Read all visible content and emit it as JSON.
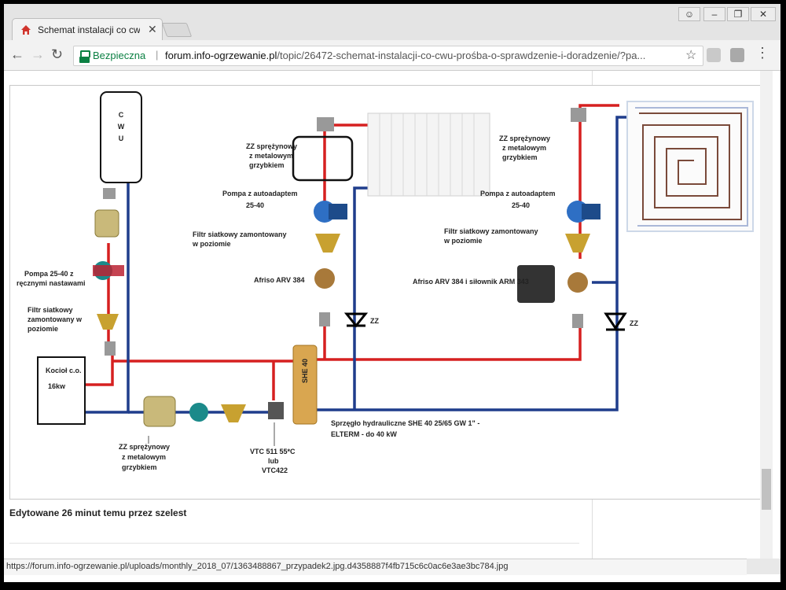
{
  "tab": {
    "title": "Schemat instalacji co cwu"
  },
  "address": {
    "secure_label": "Bezpieczna",
    "host": "forum.info-ogrzewanie.pl",
    "path": "/topic/26472-schemat-instalacji-co-cwu-prośba-o-sprawdzenie-i-doradzenie/?pa..."
  },
  "diagram": {
    "cwu": [
      "C",
      "W",
      "U"
    ],
    "kociol": {
      "line1": "Kocioł c.o.",
      "line2": "16kw"
    },
    "zz_left": [
      "ZZ sprężynowy",
      "z metalowym",
      "grzybkiem"
    ],
    "zz_mid": [
      "ZZ sprężynowy",
      "z metalowym",
      "grzybkiem"
    ],
    "zz_right": [
      "ZZ sprężynowy",
      "z metalowym",
      "grzybkiem"
    ],
    "pompa_mid": [
      "Pompa z autoadaptem",
      "25-40"
    ],
    "pompa_right": [
      "Pompa z autoadaptem",
      "25-40"
    ],
    "filtr_mid": [
      "Filtr siatkowy zamontowany",
      "w poziomie"
    ],
    "filtr_right": [
      "Filtr siatkowy zamontowany",
      "w poziomie"
    ],
    "pompa_left": [
      "Pompa 25-40 z",
      "ręcznymi nastawami"
    ],
    "filtr_left": [
      "Filtr siatkowy",
      "zamontowany w",
      "poziomie"
    ],
    "afriso_mid": "Afriso ARV 384",
    "afriso_right": "Afriso ARV 384 i siłownik  ARM 343",
    "zz_symbol_label": "ZZ",
    "vtc": [
      "VTC 511 55*C",
      "lub",
      "VTC422"
    ],
    "she_label": "SHE 40",
    "sprzeglo": [
      "Sprzęgło hydrauliczne SHE 40 25/65 GW 1\" -",
      "ELTERM - do 40 kW"
    ]
  },
  "post": {
    "edited": "Edytowane 26 minut temu przez szelest"
  },
  "statusbar": {
    "url": "https://forum.info-ogrzewanie.pl/uploads/monthly_2018_07/1363488867_przypadek2.jpg.d4358887f4fb715c6c0ac6e3ae3bc784.jpg"
  },
  "colors": {
    "supply": "#d62020",
    "return": "#1f3d8c",
    "secure": "#0b8043"
  }
}
